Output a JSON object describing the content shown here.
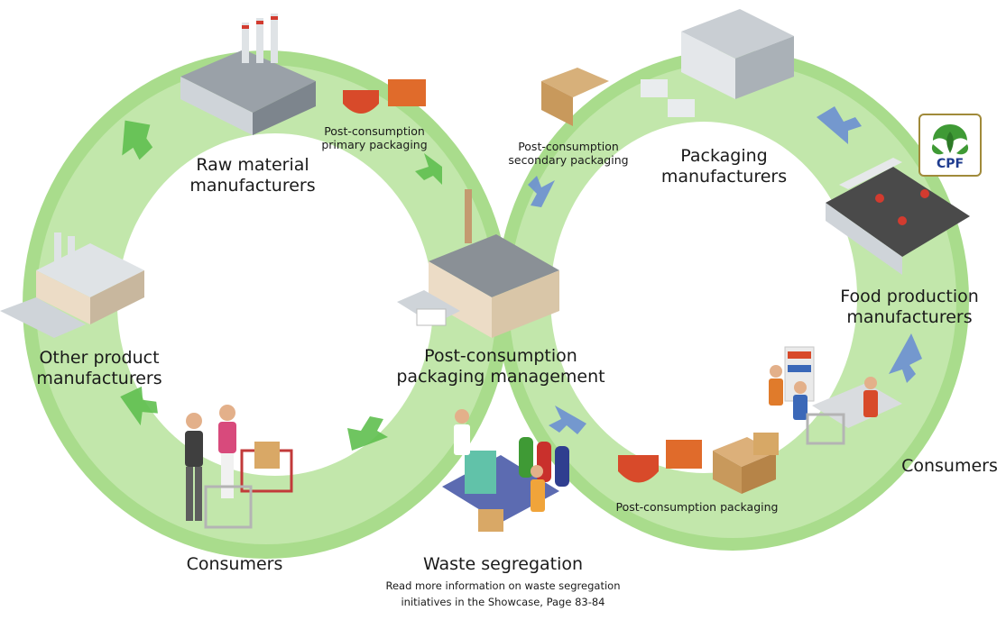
{
  "labels": {
    "raw_material": "Raw material\nmanufacturers",
    "post_primary": "Post-consumption\nprimary packaging",
    "post_secondary": "Post-consumption\nsecondary packaging",
    "packaging_mfr": "Packaging\nmanufacturers",
    "food_production": "Food production\nmanufacturers",
    "other_product": "Other product\nmanufacturers",
    "pcp_management": "Post-consumption\npackaging management",
    "consumers_left": "Consumers",
    "consumers_right": "Consumers",
    "waste_segregation": "Waste segregation",
    "post_packaging": "Post-consumption packaging",
    "read_more": "Read more information on waste segregation\ninitiatives in the Showcase, Page 83-84"
  },
  "logo": {
    "text": "CPF",
    "color": "#1f3c8f",
    "leaf_color": "#3f9a35"
  },
  "colors": {
    "loop_green": "#a8db8a",
    "loop_light": "#dff3d2",
    "arrow_green": "#5fbf4e",
    "arrow_blue": "#6c8fd2"
  }
}
